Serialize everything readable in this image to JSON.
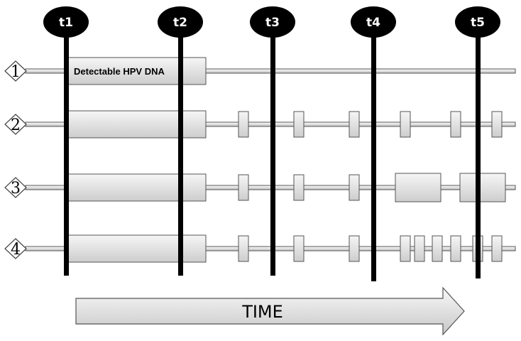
{
  "timepoints": [
    "t1",
    "t2",
    "t3",
    "t4",
    "t5"
  ],
  "rows": [
    "1",
    "2",
    "3",
    "4"
  ],
  "annotation": "Detectable HPV DNA",
  "arrow_label": "TIME",
  "colors": {
    "marker": "#000000",
    "segment_fill_top": "#f4f4f4",
    "segment_fill_bottom": "#cfcfcf",
    "segment_stroke": "#555555"
  }
}
